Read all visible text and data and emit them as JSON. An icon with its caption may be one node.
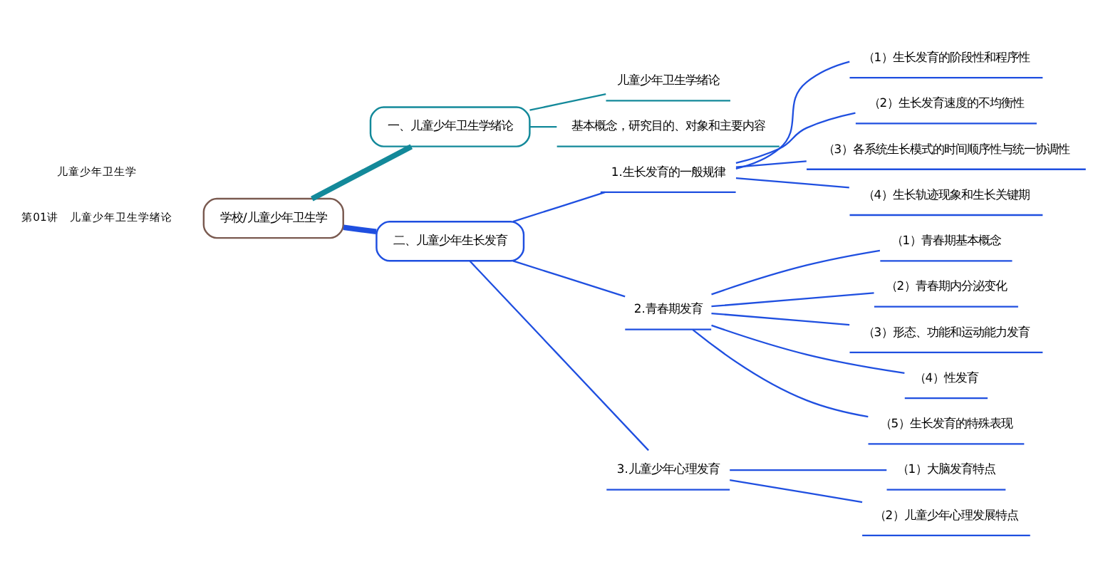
{
  "diagram": {
    "nodes": [
      {
        "text": [
          "学校/儿童少年卫生学"
        ]
      },
      {
        "text": [
          "一、儿童少年卫生学绪论"
        ]
      },
      {
        "text": [
          "儿童少年卫生学绪论"
        ]
      },
      {
        "text": [
          "基本概念，研究目的、对象和主要内容"
        ]
      },
      {
        "text": [
          "二、儿童少年生长发育"
        ]
      },
      {
        "text": [
          "1.生长发育的一般规律"
        ]
      },
      {
        "text": [
          "（1）生长发育的阶段性和程序性"
        ]
      },
      {
        "text": [
          "（2）生长发育速度的不均衡性"
        ]
      },
      {
        "text": [
          "（3）各系统生长模式的时间顺序性与统一协调性"
        ]
      },
      {
        "text": [
          "（4）生长轨迹现象和生长关键期"
        ]
      },
      {
        "text": [
          "2.青春期发育"
        ]
      },
      {
        "text": [
          "（1）青春期基本概念"
        ]
      },
      {
        "text": [
          "（2）青春期内分泌变化"
        ]
      },
      {
        "text": [
          "（3）形态、功能和运动能力发育"
        ]
      },
      {
        "text": [
          "（4）性发育"
        ]
      },
      {
        "text": [
          "（5）生长发育的特殊表现"
        ]
      },
      {
        "text": [
          "3.儿童少年心理发育"
        ]
      },
      {
        "text": [
          "（1）大脑发育特点"
        ]
      },
      {
        "text": [
          "（2）儿童少年心理发展特点"
        ]
      }
    ],
    "edges": [
      {
        "from": 0,
        "to": 1,
        "arrow": "none",
        "style": "thick",
        "color": "#13899a"
      },
      {
        "from": 1,
        "to": 2,
        "arrow": "none",
        "color": "#13899a"
      },
      {
        "from": 1,
        "to": 3,
        "arrow": "none",
        "color": "#13899a"
      },
      {
        "from": 0,
        "to": 4,
        "arrow": "none",
        "style": "thick"
      },
      {
        "from": 4,
        "to": 5,
        "arrow": "none"
      },
      {
        "from": 5,
        "to": 6,
        "arrow": "none"
      },
      {
        "from": 5,
        "to": 7,
        "arrow": "none"
      },
      {
        "from": 5,
        "to": 8,
        "arrow": "none"
      },
      {
        "from": 5,
        "to": 9,
        "arrow": "none"
      },
      {
        "from": 4,
        "to": 10,
        "arrow": "none"
      },
      {
        "from": 10,
        "to": 11,
        "arrow": "none"
      },
      {
        "from": 10,
        "to": 12,
        "arrow": "none"
      },
      {
        "from": 10,
        "to": 13,
        "arrow": "none"
      },
      {
        "from": 10,
        "to": 14,
        "arrow": "none"
      },
      {
        "from": 10,
        "to": 15,
        "arrow": "none"
      },
      {
        "from": 4,
        "to": 16,
        "arrow": "none"
      },
      {
        "from": 16,
        "to": 17,
        "arrow": "none"
      },
      {
        "from": 16,
        "to": 18,
        "arrow": "none"
      }
    ],
    "labels": [
      "第01讲　儿童少年卫生学绪论",
      "儿童少年卫生学"
    ]
  }
}
